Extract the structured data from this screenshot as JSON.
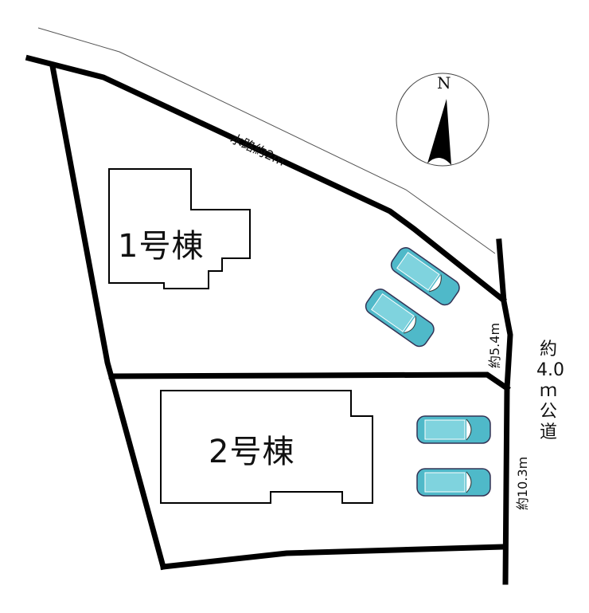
{
  "compass": {
    "label": "N",
    "icon": "north-arrow-icon"
  },
  "waterway": {
    "label": "水路約2m"
  },
  "buildings": [
    {
      "label": "1号棟"
    },
    {
      "label": "2号棟"
    }
  ],
  "dimensions": {
    "lot1_frontage": "約5.4m",
    "lot2_frontage": "約10.3m"
  },
  "road": {
    "lines": [
      "約",
      "4.0",
      "ｍ",
      "公",
      "道"
    ]
  },
  "colors": {
    "car": "#4fb9c9",
    "line": "#000000"
  }
}
